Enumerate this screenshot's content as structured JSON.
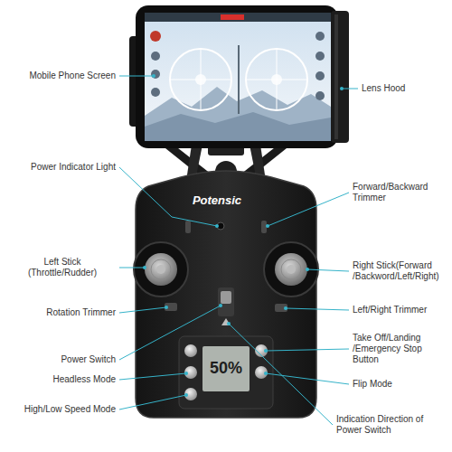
{
  "diagram": {
    "labels": [
      "Mobile Phone Screen",
      "Lens Hood",
      "Power Indicator Light",
      "Forward/Backward Trimmer",
      "Potensic",
      "Left Stick (Throttle/Rudder)",
      "Right Stick(Forward /Backword/Left/Right)",
      "Rotation Trimmer",
      "Left/Right Trimmer",
      "Power Switch",
      "Take Off/Landing /Emergency Stop Button",
      "50%",
      "Headless Mode",
      "Flip Mode",
      "High/Low Speed Mode",
      "Indication Direction of Power Switch"
    ]
  }
}
